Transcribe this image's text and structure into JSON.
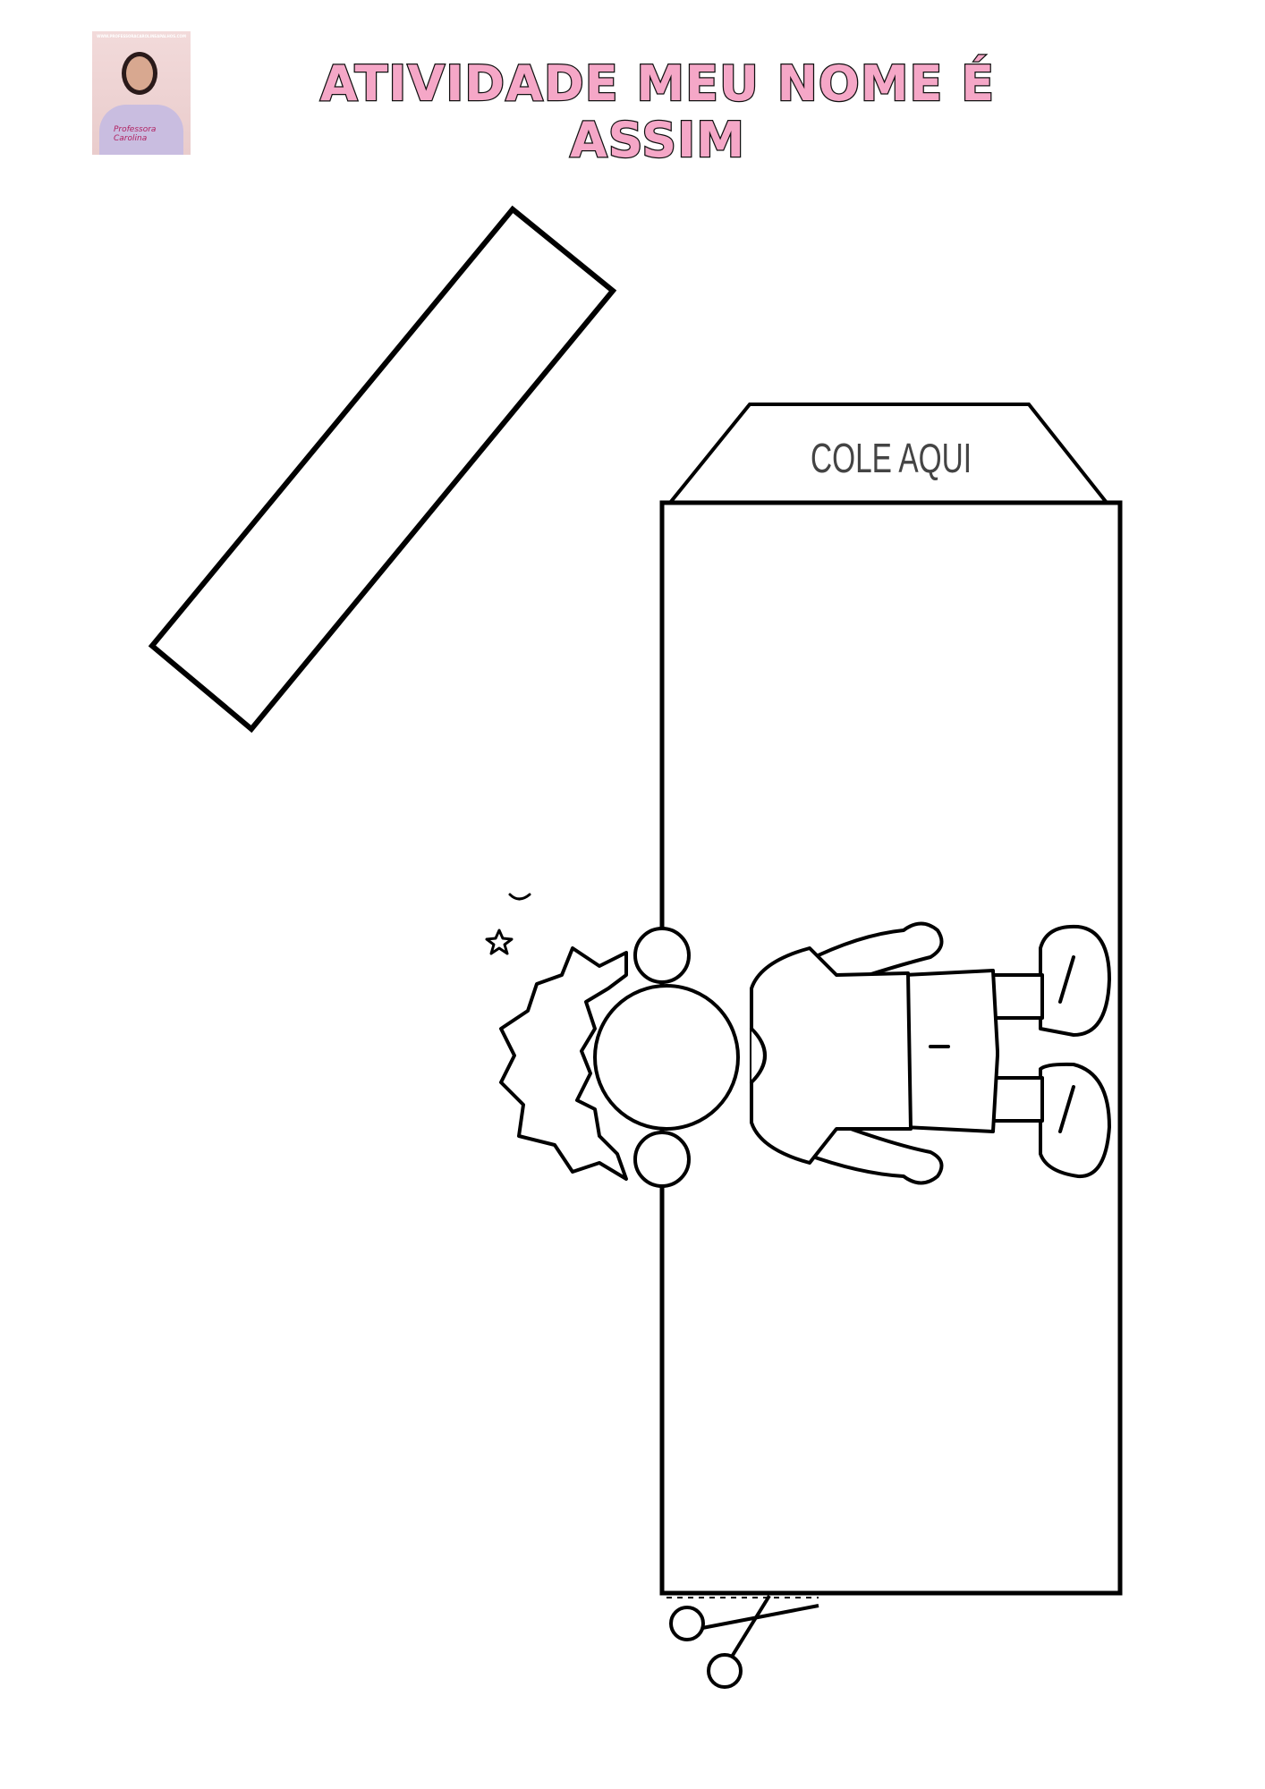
{
  "header": {
    "title": "ATIVIDADE MEU NOME É ASSIM",
    "photo_caption": "WWW.PROFESSORACAROLINEAPALHOS.COM",
    "photo_shirt_text": "Professora Carolina"
  },
  "worksheet": {
    "tab_label": "COLE AQUI"
  },
  "colors": {
    "title_fill": "#f5a7c7",
    "outline": "#111111"
  }
}
